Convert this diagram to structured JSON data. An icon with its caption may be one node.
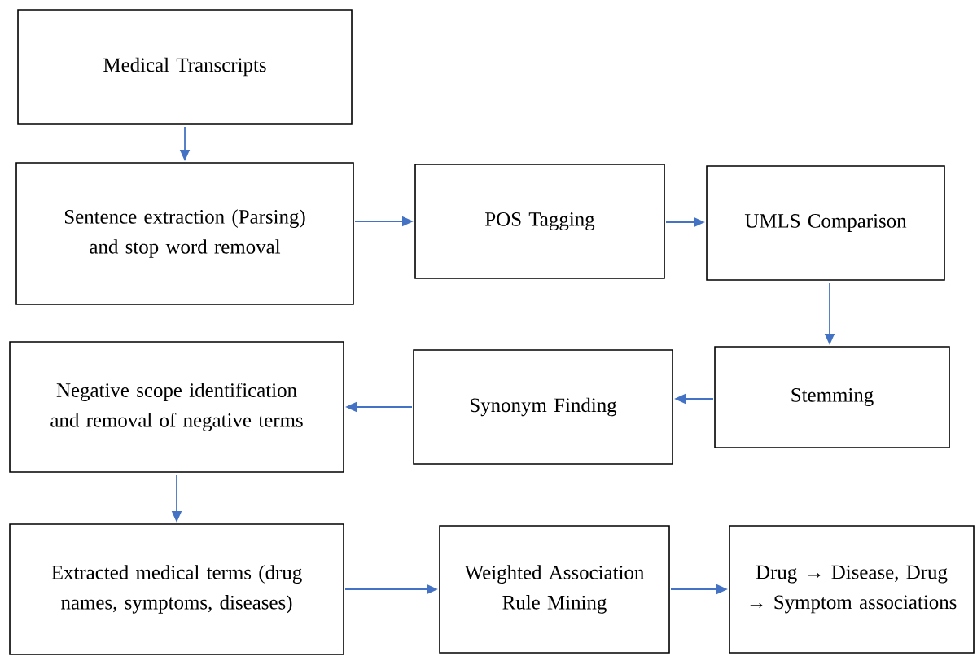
{
  "diagram": {
    "nodes": [
      {
        "text": [
          "Medical Transcripts"
        ]
      },
      {
        "text": [
          "Sentence extraction (Parsing) and stop word removal"
        ]
      },
      {
        "text": [
          "POS Tagging"
        ]
      },
      {
        "text": [
          "UMLS Comparison"
        ]
      },
      {
        "text": [
          "Stemming"
        ]
      },
      {
        "text": [
          "Synonym Finding"
        ]
      },
      {
        "text": [
          "Negative scope identification and removal of negative terms"
        ]
      },
      {
        "text": [
          "Extracted medical terms (drug names, symptoms, diseases)"
        ]
      },
      {
        "text": [
          "Weighted Association Rule Mining"
        ]
      },
      {
        "text": [
          "Drug → Disease, Drug → Symptom associations"
        ]
      }
    ],
    "edges": [
      {
        "from": 0,
        "to": 1,
        "arrow": "to"
      },
      {
        "from": 1,
        "to": 2,
        "arrow": "to"
      },
      {
        "from": 2,
        "to": 3,
        "arrow": "to"
      },
      {
        "from": 3,
        "to": 4,
        "arrow": "to"
      },
      {
        "from": 4,
        "to": 5,
        "arrow": "to"
      },
      {
        "from": 5,
        "to": 6,
        "arrow": "to"
      },
      {
        "from": 6,
        "to": 7,
        "arrow": "to"
      },
      {
        "from": 7,
        "to": 8,
        "arrow": "to"
      },
      {
        "from": 8,
        "to": 9,
        "arrow": "to"
      }
    ]
  }
}
